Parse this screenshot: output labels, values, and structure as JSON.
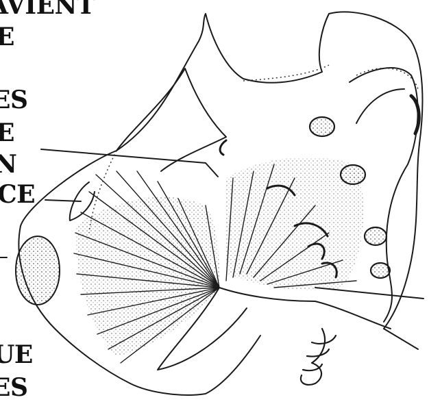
{
  "labels": {
    "top_line": "AVIENT",
    "e_line": "E",
    "es_line": "ES",
    "e2_line": "E",
    "n_line": "N",
    "ce_line": "CE",
    "ue_line": "UE",
    "es2_line": "ES"
  },
  "colors": {
    "ink": "#1a1a1a",
    "paper": "#ffffff"
  }
}
